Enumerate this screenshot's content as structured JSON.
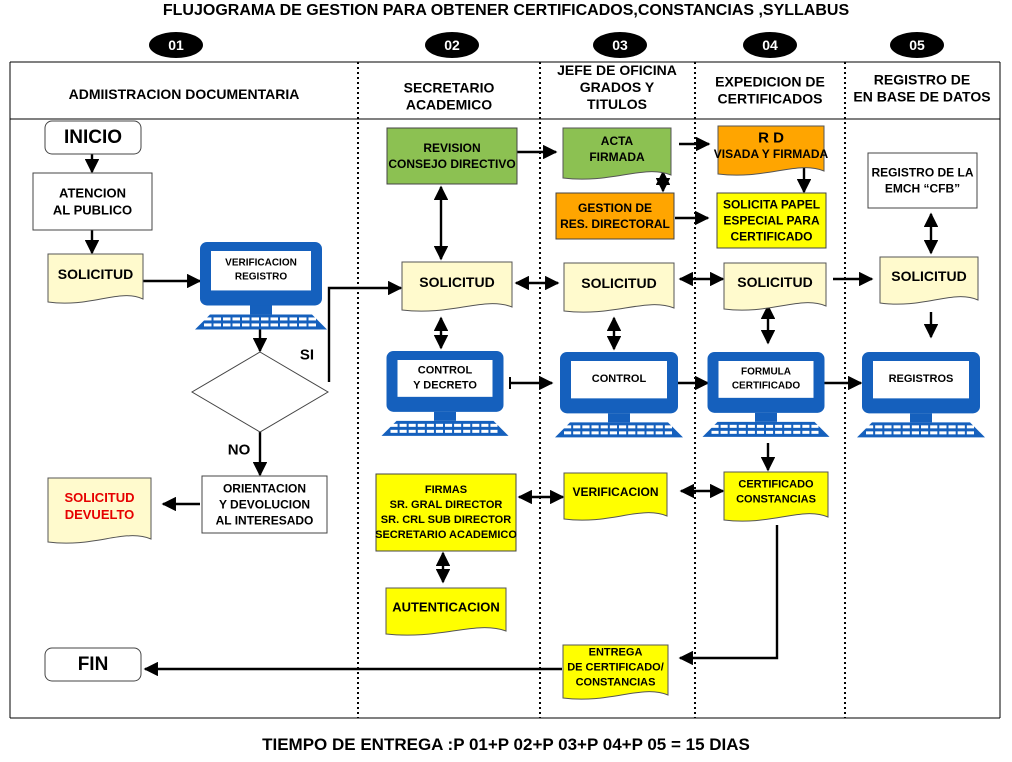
{
  "title": "FLUJOGRAMA DE GESTION PARA OBTENER CERTIFICADOS,CONSTANCIAS ,SYLLABUS",
  "footer": "TIEMPO DE ENTREGA :P 01+P 02+P 03+P 04+P 05 = 15 DIAS",
  "colors": {
    "green": "#8cc152",
    "orange": "#ffa500",
    "yellow": "#ffff00",
    "cream": "#fffacd",
    "computer": "#1560bd",
    "screen": "#ffffff",
    "red_text": "#e60000"
  },
  "lanes": [
    {
      "number": "01",
      "header": [
        "ADMIISTRACION DOCUMENTARIA"
      ]
    },
    {
      "number": "02",
      "header": [
        "SECRETARIO",
        "ACADEMICO"
      ]
    },
    {
      "number": "03",
      "header": [
        "JEFE DE OFICINA",
        "GRADOS  Y",
        "TITULOS"
      ]
    },
    {
      "number": "04",
      "header": [
        "EXPEDICION  DE",
        "CERTIFICADOS"
      ]
    },
    {
      "number": "05",
      "header": [
        "REGISTRO DE",
        "EN BASE DE DATOS"
      ]
    }
  ],
  "labels": {
    "si": "SI",
    "no": "NO"
  },
  "nodes": {
    "inicio": {
      "lines": [
        "INICIO"
      ]
    },
    "fin": {
      "lines": [
        "FIN"
      ]
    },
    "atencion": {
      "lines": [
        "ATENCION",
        "AL PUBLICO"
      ]
    },
    "solicitud_01": {
      "lines": [
        "SOLICITUD"
      ]
    },
    "verificacion_pc": {
      "lines": [
        "VERIFICACION",
        "REGISTRO"
      ]
    },
    "orientacion": {
      "lines": [
        "ORIENTACION",
        "Y DEVOLUCION",
        "AL INTERESADO"
      ]
    },
    "solicitud_devuelto": {
      "lines": [
        "SOLICITUD",
        "DEVUELTO"
      ]
    },
    "revision": {
      "lines": [
        "REVISION",
        "CONSEJO DIRECTIVO"
      ]
    },
    "solicitud_02": {
      "lines": [
        "SOLICITUD"
      ]
    },
    "control_decreto_pc": {
      "lines": [
        "CONTROL",
        "Y DECRETO"
      ]
    },
    "firmas": {
      "lines": [
        "FIRMAS",
        "SR. GRAL  DIRECTOR",
        "SR. CRL  SUB DIRECTOR",
        "SECRETARIO ACADEMICO"
      ]
    },
    "autenticacion": {
      "lines": [
        "AUTENTICACION"
      ]
    },
    "acta": {
      "lines": [
        "ACTA",
        "FIRMADA"
      ]
    },
    "gestion": {
      "lines": [
        "GESTION DE",
        "RES. DIRECTORAL"
      ]
    },
    "solicitud_03": {
      "lines": [
        "SOLICITUD"
      ]
    },
    "control_pc": {
      "lines": [
        "CONTROL"
      ]
    },
    "verificacion": {
      "lines": [
        "VERIFICACION"
      ]
    },
    "entrega": {
      "lines": [
        "ENTREGA",
        "DE  CERTIFICADO/",
        "CONSTANCIAS"
      ]
    },
    "rd": {
      "lines": [
        "R D",
        "VISADA Y FIRMADA"
      ]
    },
    "solicita_papel": {
      "lines": [
        "SOLICITA PAPEL",
        "ESPECIAL PARA",
        "CERTIFICADO"
      ]
    },
    "solicitud_04": {
      "lines": [
        "SOLICITUD"
      ]
    },
    "formula_pc": {
      "lines": [
        "FORMULA",
        "CERTIFICADO"
      ]
    },
    "certificado_constancias": {
      "lines": [
        "CERTIFICADO",
        "CONSTANCIAS"
      ]
    },
    "registro_emch": {
      "lines": [
        "REGISTRO DE LA",
        "EMCH “CFB”"
      ]
    },
    "solicitud_05": {
      "lines": [
        "SOLICITUD"
      ]
    },
    "registros_pc": {
      "lines": [
        "REGISTROS"
      ]
    }
  }
}
